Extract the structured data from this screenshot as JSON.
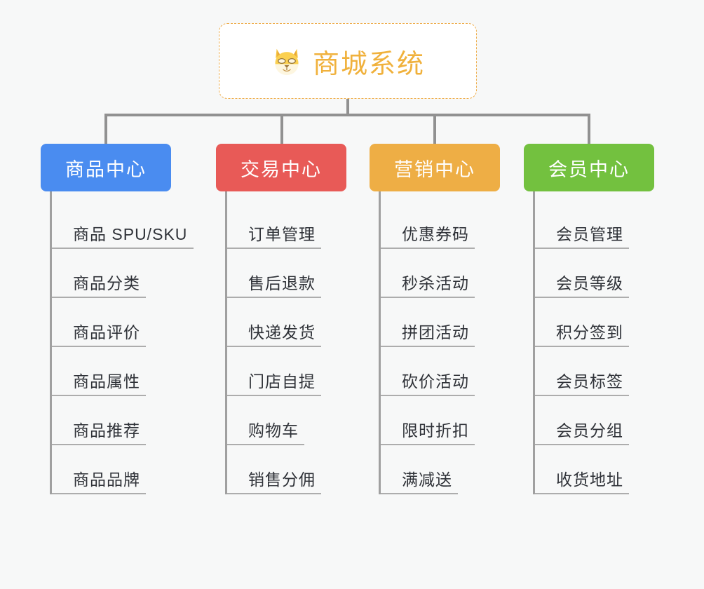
{
  "background_color": "#f7f8f8",
  "root": {
    "icon": "dog-face-emoji",
    "title": "商城系统",
    "text_color": "#f0b13c",
    "border_color": "#eead4b"
  },
  "connector_color": "#919191",
  "branches": [
    {
      "label": "商品中心",
      "color": "#4a8cf0",
      "items": [
        "商品 SPU/SKU",
        "商品分类",
        "商品评价",
        "商品属性",
        "商品推荐",
        "商品品牌"
      ]
    },
    {
      "label": "交易中心",
      "color": "#e85a57",
      "items": [
        "订单管理",
        "售后退款",
        "快递发货",
        "门店自提",
        "购物车",
        "销售分佣"
      ]
    },
    {
      "label": "营销中心",
      "color": "#eeae45",
      "items": [
        "优惠券码",
        "秒杀活动",
        "拼团活动",
        "砍价活动",
        "限时折扣",
        "满减送"
      ]
    },
    {
      "label": "会员中心",
      "color": "#73c13f",
      "items": [
        "会员管理",
        "会员等级",
        "积分签到",
        "会员标签",
        "会员分组",
        "收货地址"
      ]
    }
  ]
}
